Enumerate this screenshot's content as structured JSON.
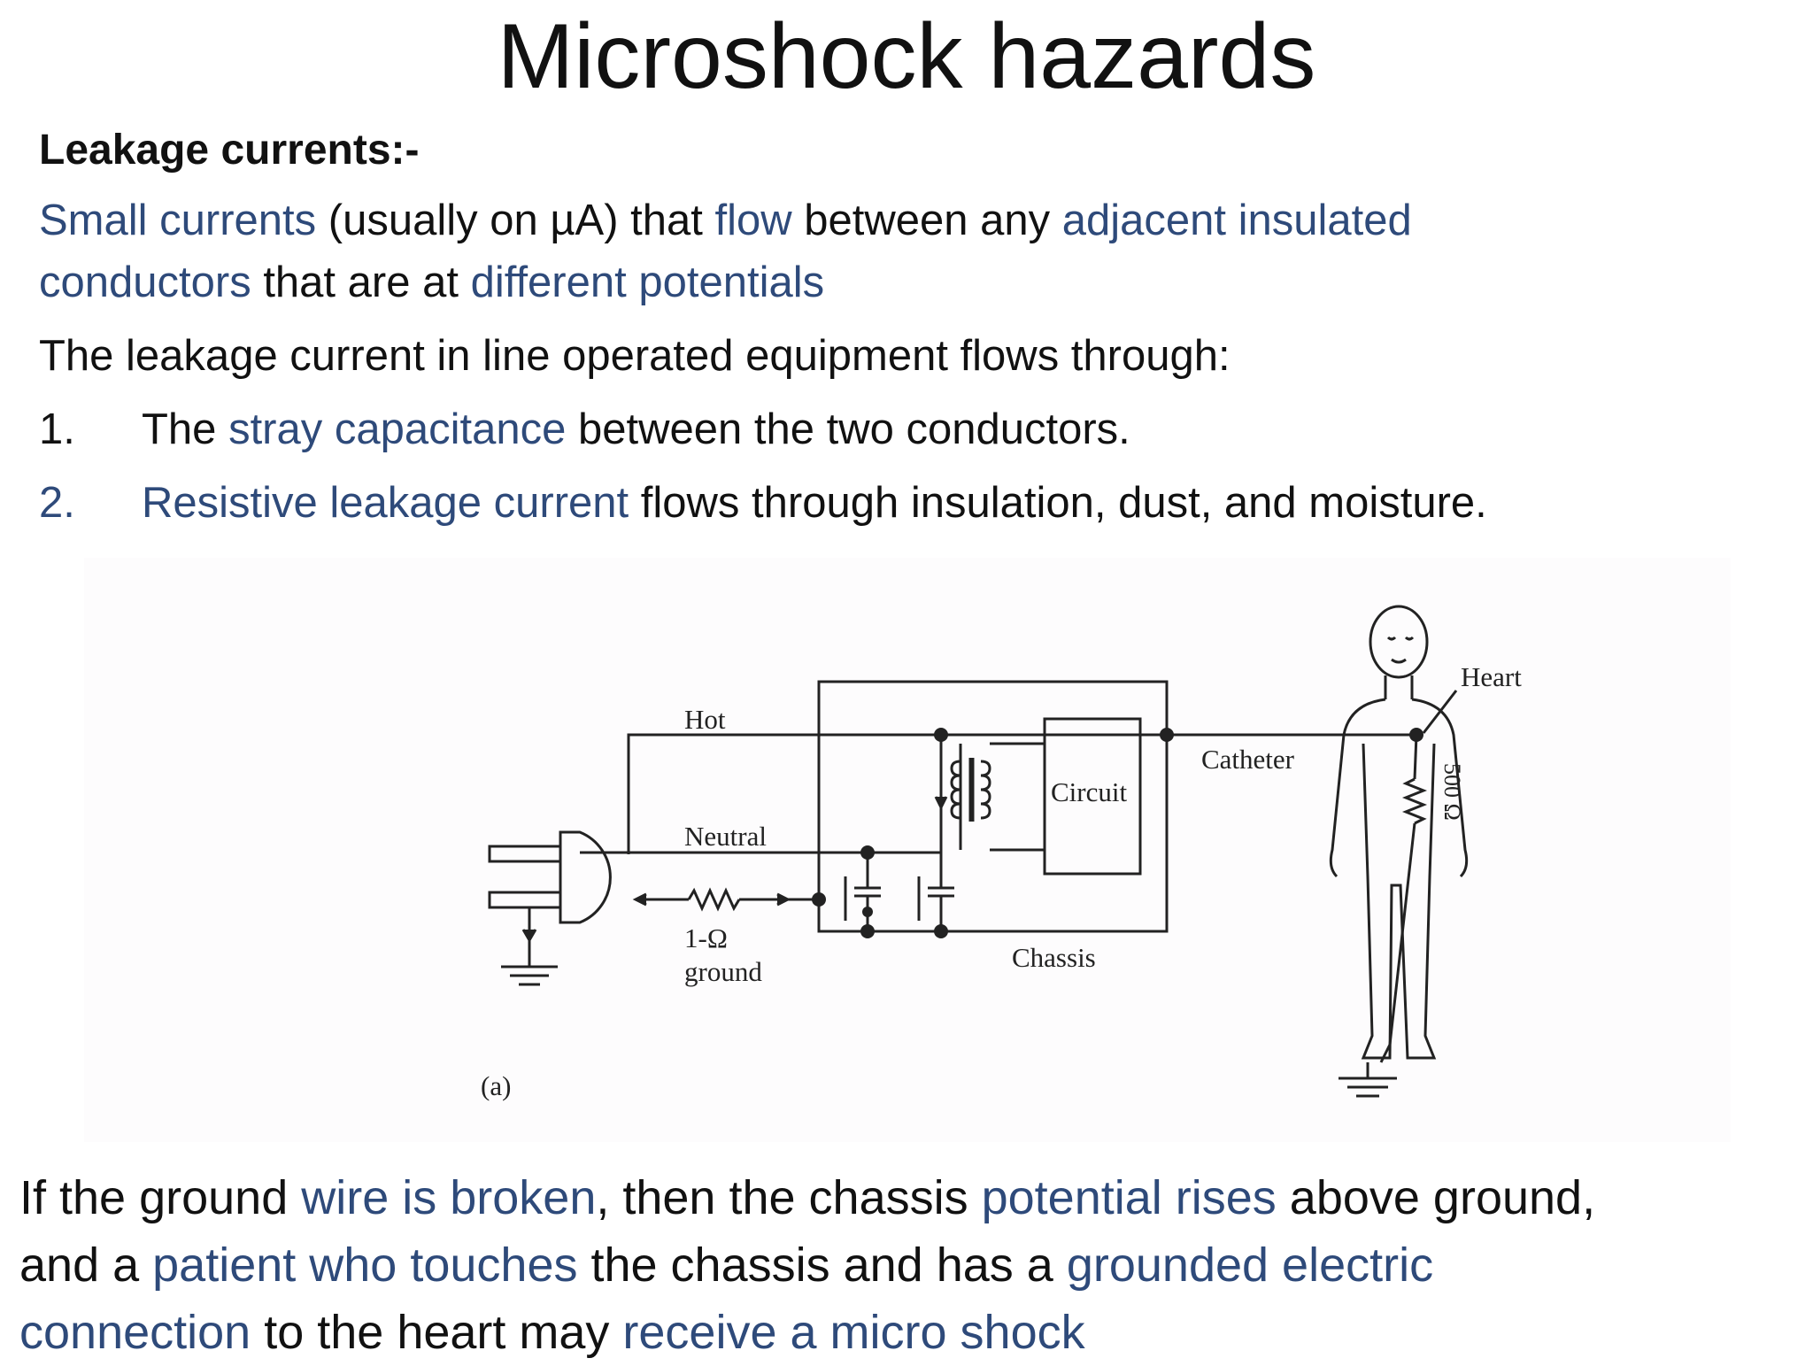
{
  "title": "Microshock hazards",
  "subhead": "Leakage currents:-",
  "para1": {
    "l1": [
      {
        "t": "Small currents",
        "hl": true
      },
      {
        "t": " (usually on µA) that ",
        "hl": false
      },
      {
        "t": "flow",
        "hl": true
      },
      {
        "t": " between any ",
        "hl": false
      },
      {
        "t": "adjacent insulated",
        "hl": true
      }
    ],
    "l2": [
      {
        "t": "conductors",
        "hl": true
      },
      {
        "t": " that are at ",
        "hl": false
      },
      {
        "t": "different potentials",
        "hl": true
      }
    ]
  },
  "para2": "The leakage current in line operated equipment flows through:",
  "list": [
    {
      "num": "1.",
      "num_hl": false,
      "segs": [
        {
          "t": "The ",
          "hl": false
        },
        {
          "t": "stray capacitance",
          "hl": true
        },
        {
          "t": " between the two conductors.",
          "hl": false
        }
      ]
    },
    {
      "num": "2.",
      "num_hl": true,
      "segs": [
        {
          "t": "Resistive leakage current",
          "hl": true
        },
        {
          "t": " flows through insulation, dust, and moisture.",
          "hl": false
        }
      ]
    }
  ],
  "bottom": {
    "l1": [
      {
        "t": "If the ground ",
        "hl": false
      },
      {
        "t": "wire is broken",
        "hl": true
      },
      {
        "t": ", then the chassis ",
        "hl": false
      },
      {
        "t": "potential rises",
        "hl": true
      },
      {
        "t": " above ground,",
        "hl": false
      }
    ],
    "l2": [
      {
        "t": "and a ",
        "hl": false
      },
      {
        "t": "patient who touches",
        "hl": true
      },
      {
        "t": " the chassis and has a ",
        "hl": false
      },
      {
        "t": "grounded electric",
        "hl": true
      }
    ],
    "l3": [
      {
        "t": "connection",
        "hl": true
      },
      {
        "t": " to the heart may ",
        "hl": false
      },
      {
        "t": "receive a micro shock",
        "hl": true
      }
    ]
  },
  "diagram": {
    "hot": "Hot",
    "neutral": "Neutral",
    "resistor": "1-Ω",
    "ground": "ground",
    "circuit": "Circuit",
    "chassis": "Chassis",
    "catheter": "Catheter",
    "heart": "Heart",
    "body_resistor": "500 Ω",
    "fig_label": "(a)"
  },
  "colors": {
    "highlight": "#2e4a7a",
    "text": "#111111"
  }
}
